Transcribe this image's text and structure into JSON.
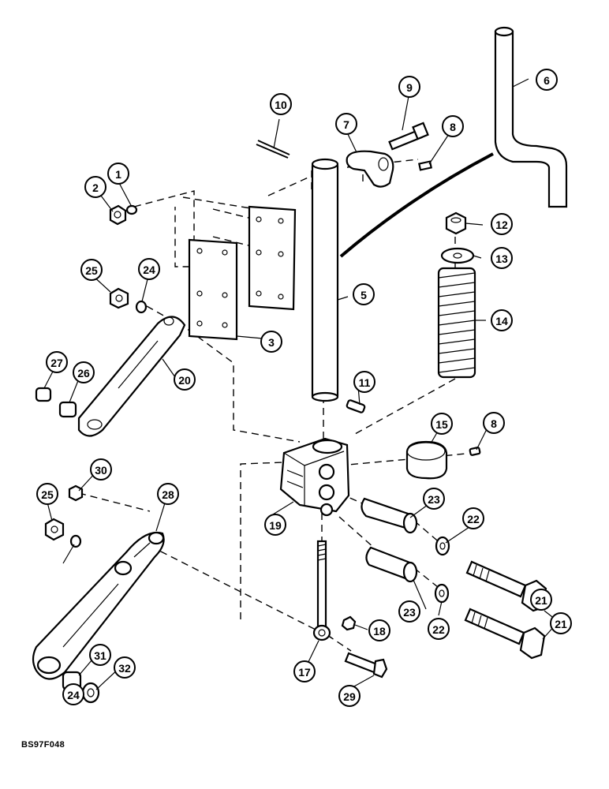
{
  "drawing_code": "BS97F048",
  "callouts": [
    "1",
    "2",
    "3",
    "5",
    "6",
    "7",
    "8",
    "9",
    "10",
    "11",
    "12",
    "13",
    "14",
    "15",
    "8",
    "17",
    "18",
    "19",
    "20",
    "21",
    "21",
    "22",
    "22",
    "23",
    "23",
    "24",
    "24",
    "25",
    "25",
    "26",
    "27",
    "28",
    "29",
    "30",
    "31",
    "32"
  ]
}
